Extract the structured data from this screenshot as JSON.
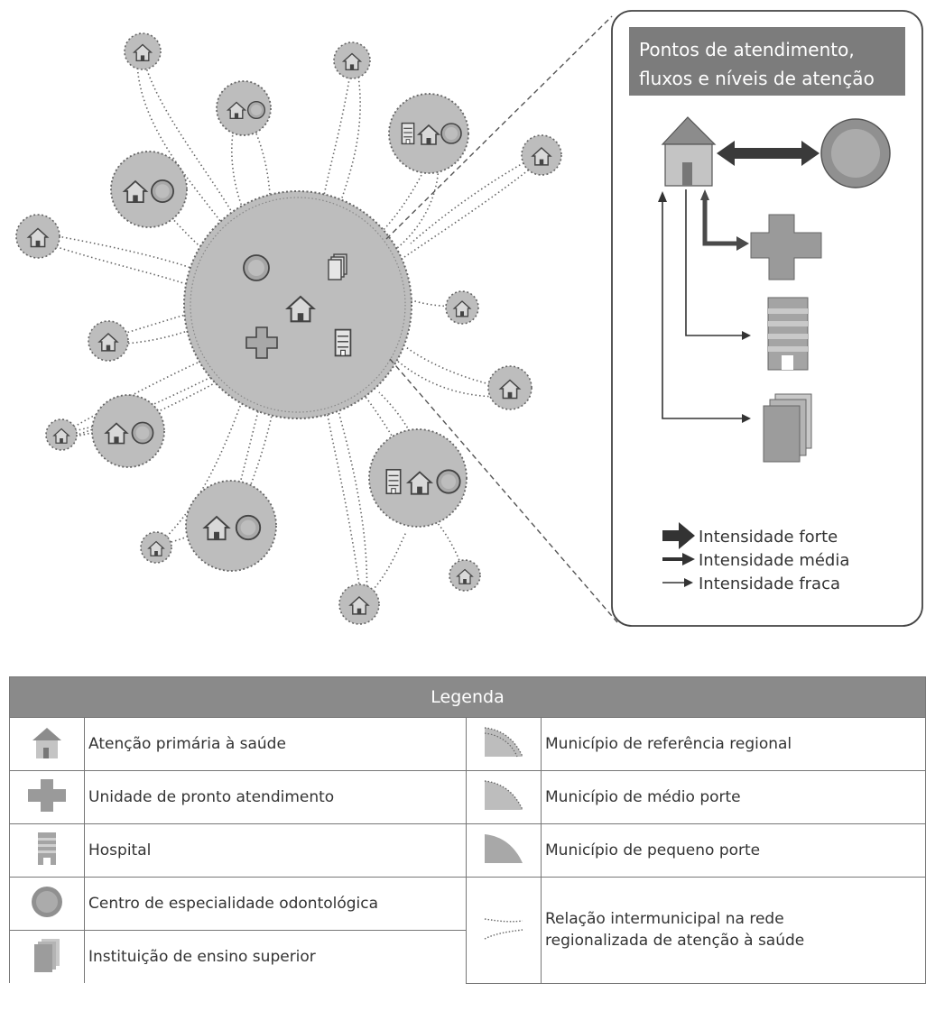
{
  "inset": {
    "title_line1": "Pontos de atendimento,",
    "title_line2": "fluxos e níveis de atenção",
    "intensity": [
      {
        "label": "Intensidade forte",
        "strength": "forte"
      },
      {
        "label": "Intensidade média",
        "strength": "media"
      },
      {
        "label": "Intensidade fraca",
        "strength": "fraca"
      }
    ]
  },
  "legend": {
    "header": "Legenda",
    "left": [
      {
        "icon": "house-icon",
        "label": "Atenção primária à saúde"
      },
      {
        "icon": "cross-icon",
        "label": "Unidade de pronto atendimento"
      },
      {
        "icon": "hospital-icon",
        "label": "Hospital"
      },
      {
        "icon": "dental-center-icon",
        "label": "Centro de especialidade odontológica"
      },
      {
        "icon": "university-icon",
        "label": "Instituição de ensino superior"
      }
    ],
    "right": [
      {
        "icon": "regional-municipality-icon",
        "label": "Município de referência regional"
      },
      {
        "icon": "medium-municipality-icon",
        "label": "Município de médio porte"
      },
      {
        "icon": "small-municipality-icon",
        "label": "Município de pequeno porte"
      },
      {
        "icon": "dotted-line-icon",
        "label_line1": "Relação intermunicipal na rede",
        "label_line2": "regionalizada de atenção à saúde"
      }
    ]
  },
  "colors": {
    "region_fill": "#b9b9b9",
    "dark": "#555555",
    "header_bg": "#8a8a8a",
    "text": "#333333"
  }
}
